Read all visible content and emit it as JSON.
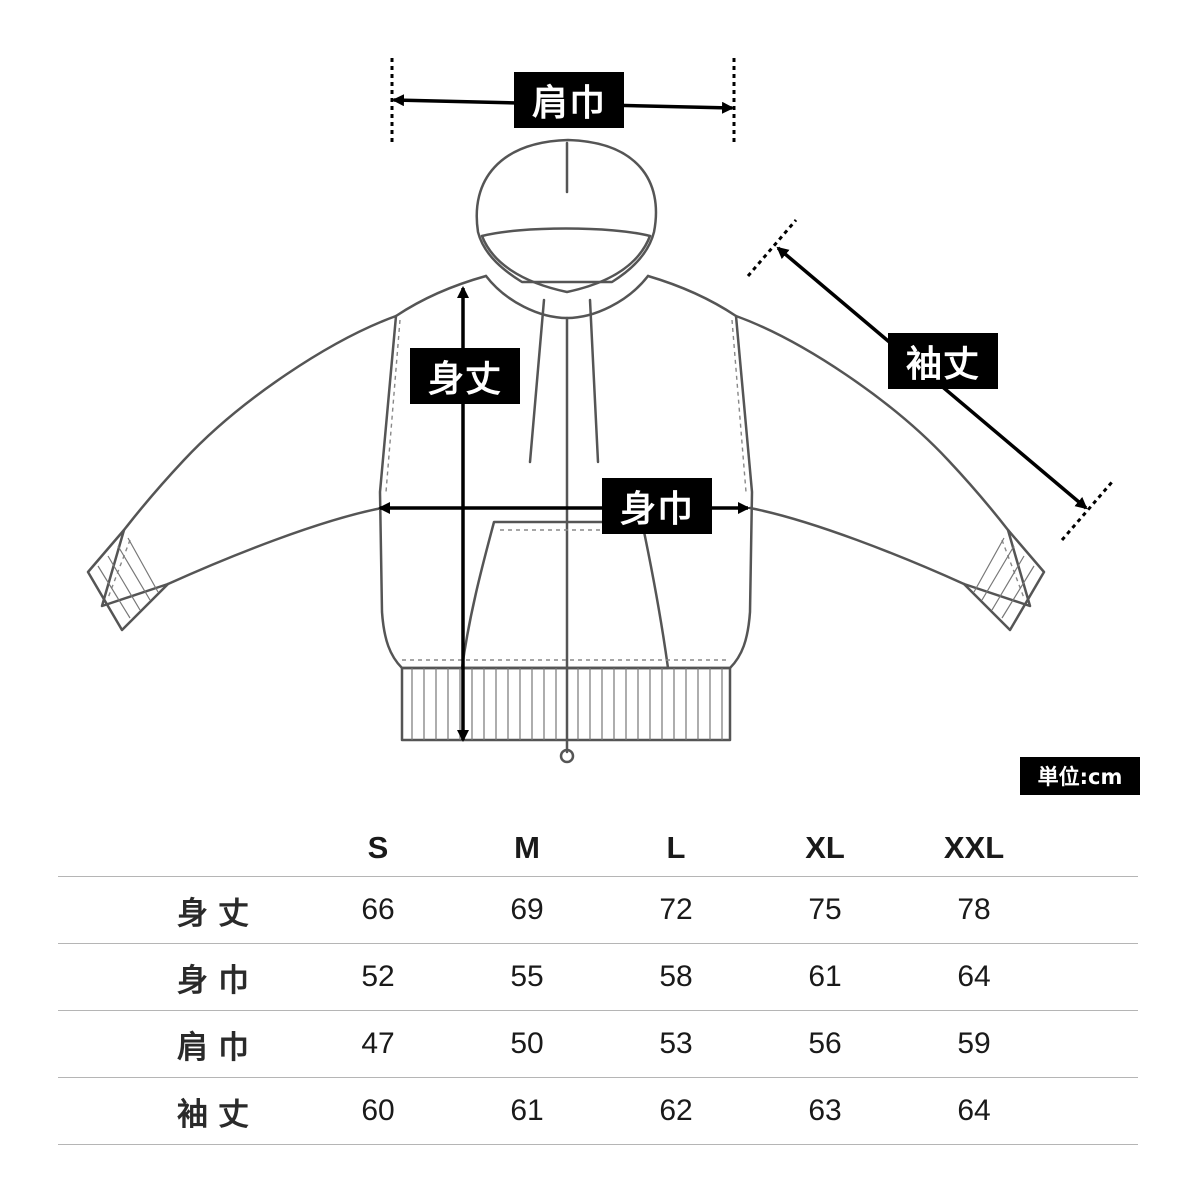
{
  "diagram": {
    "labels": {
      "shoulder_width": "肩巾",
      "body_length": "身丈",
      "sleeve_length": "袖丈",
      "body_width": "身巾"
    },
    "unit": "単位:cm"
  },
  "size_table": {
    "sizes": [
      "S",
      "M",
      "L",
      "XL",
      "XXL"
    ],
    "rows": [
      {
        "label": "身丈",
        "values": [
          "66",
          "69",
          "72",
          "75",
          "78"
        ]
      },
      {
        "label": "身巾",
        "values": [
          "52",
          "55",
          "58",
          "61",
          "64"
        ]
      },
      {
        "label": "肩巾",
        "values": [
          "47",
          "50",
          "53",
          "56",
          "59"
        ]
      },
      {
        "label": "袖丈",
        "values": [
          "60",
          "61",
          "62",
          "63",
          "64"
        ]
      }
    ]
  }
}
